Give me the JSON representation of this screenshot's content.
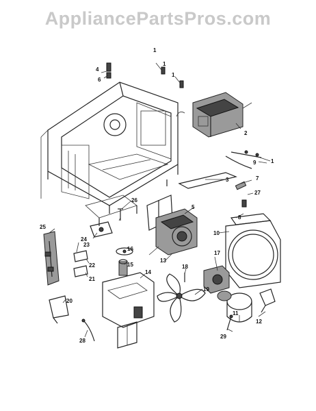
{
  "watermark": "AppliancePartsPros.com",
  "callouts": [
    "1",
    "1",
    "1",
    "1",
    "2",
    "3",
    "4",
    "5",
    "6",
    "7",
    "8",
    "9",
    "10",
    "11",
    "12",
    "13",
    "14",
    "15",
    "16",
    "17",
    "18",
    "19",
    "20",
    "21",
    "22",
    "23",
    "24",
    "25",
    "26",
    "27",
    "28",
    "29"
  ]
}
